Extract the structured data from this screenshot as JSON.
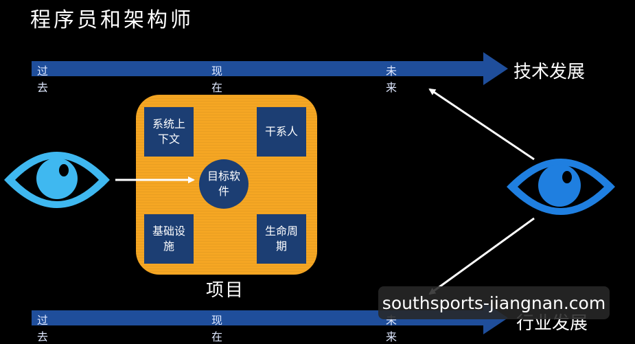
{
  "title": "程序员和架构师",
  "top_timeline": {
    "past": "过去",
    "present": "现在",
    "future": "未来",
    "end_label": "技术发展"
  },
  "bottom_timeline": {
    "past": "过去",
    "present": "现在",
    "future": "未来",
    "end_label": "行业发展"
  },
  "project": {
    "label": "项目",
    "context": "系统上下文",
    "stakeholders": "干系人",
    "infrastructure": "基础设施",
    "lifecycle": "生命周期",
    "target": "目标软件"
  },
  "overlay": {
    "text": "southsports-jiangnan.com"
  },
  "colors": {
    "timeline": "#1f4e9b",
    "project": "#f5a623",
    "cell": "#1c3e73",
    "eye_left": "#3fb8f0",
    "eye_right": "#1f7fe0"
  },
  "icons": {
    "left_eye": "eye-icon",
    "right_eye": "eye-icon"
  }
}
